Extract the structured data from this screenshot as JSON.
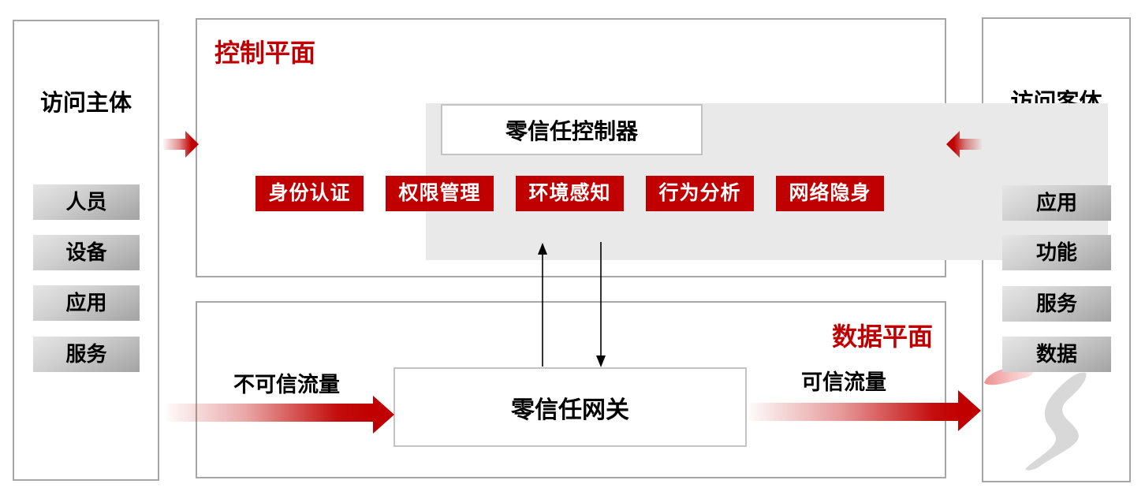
{
  "left_panel": {
    "title": "访问主体",
    "items": [
      "人员",
      "设备",
      "应用",
      "服务"
    ]
  },
  "right_panel": {
    "title": "访问客体",
    "items": [
      "应用",
      "功能",
      "服务",
      "数据"
    ]
  },
  "control_plane": {
    "title": "控制平面",
    "controller_label": "零信任控制器",
    "capabilities": [
      "身份认证",
      "权限管理",
      "环境感知",
      "行为分析",
      "网络隐身"
    ]
  },
  "data_plane": {
    "title": "数据平面",
    "gateway_label": "零信任网关",
    "untrusted_label": "不可信流量",
    "trusted_label": "可信流量"
  },
  "colors": {
    "accent_red": "#c00000",
    "panel_border": "#a6a6a6",
    "inner_gray": "#e9e9e9",
    "item_gray_light": "#e6e6e6",
    "item_gray_dark": "#a3a3a3"
  }
}
